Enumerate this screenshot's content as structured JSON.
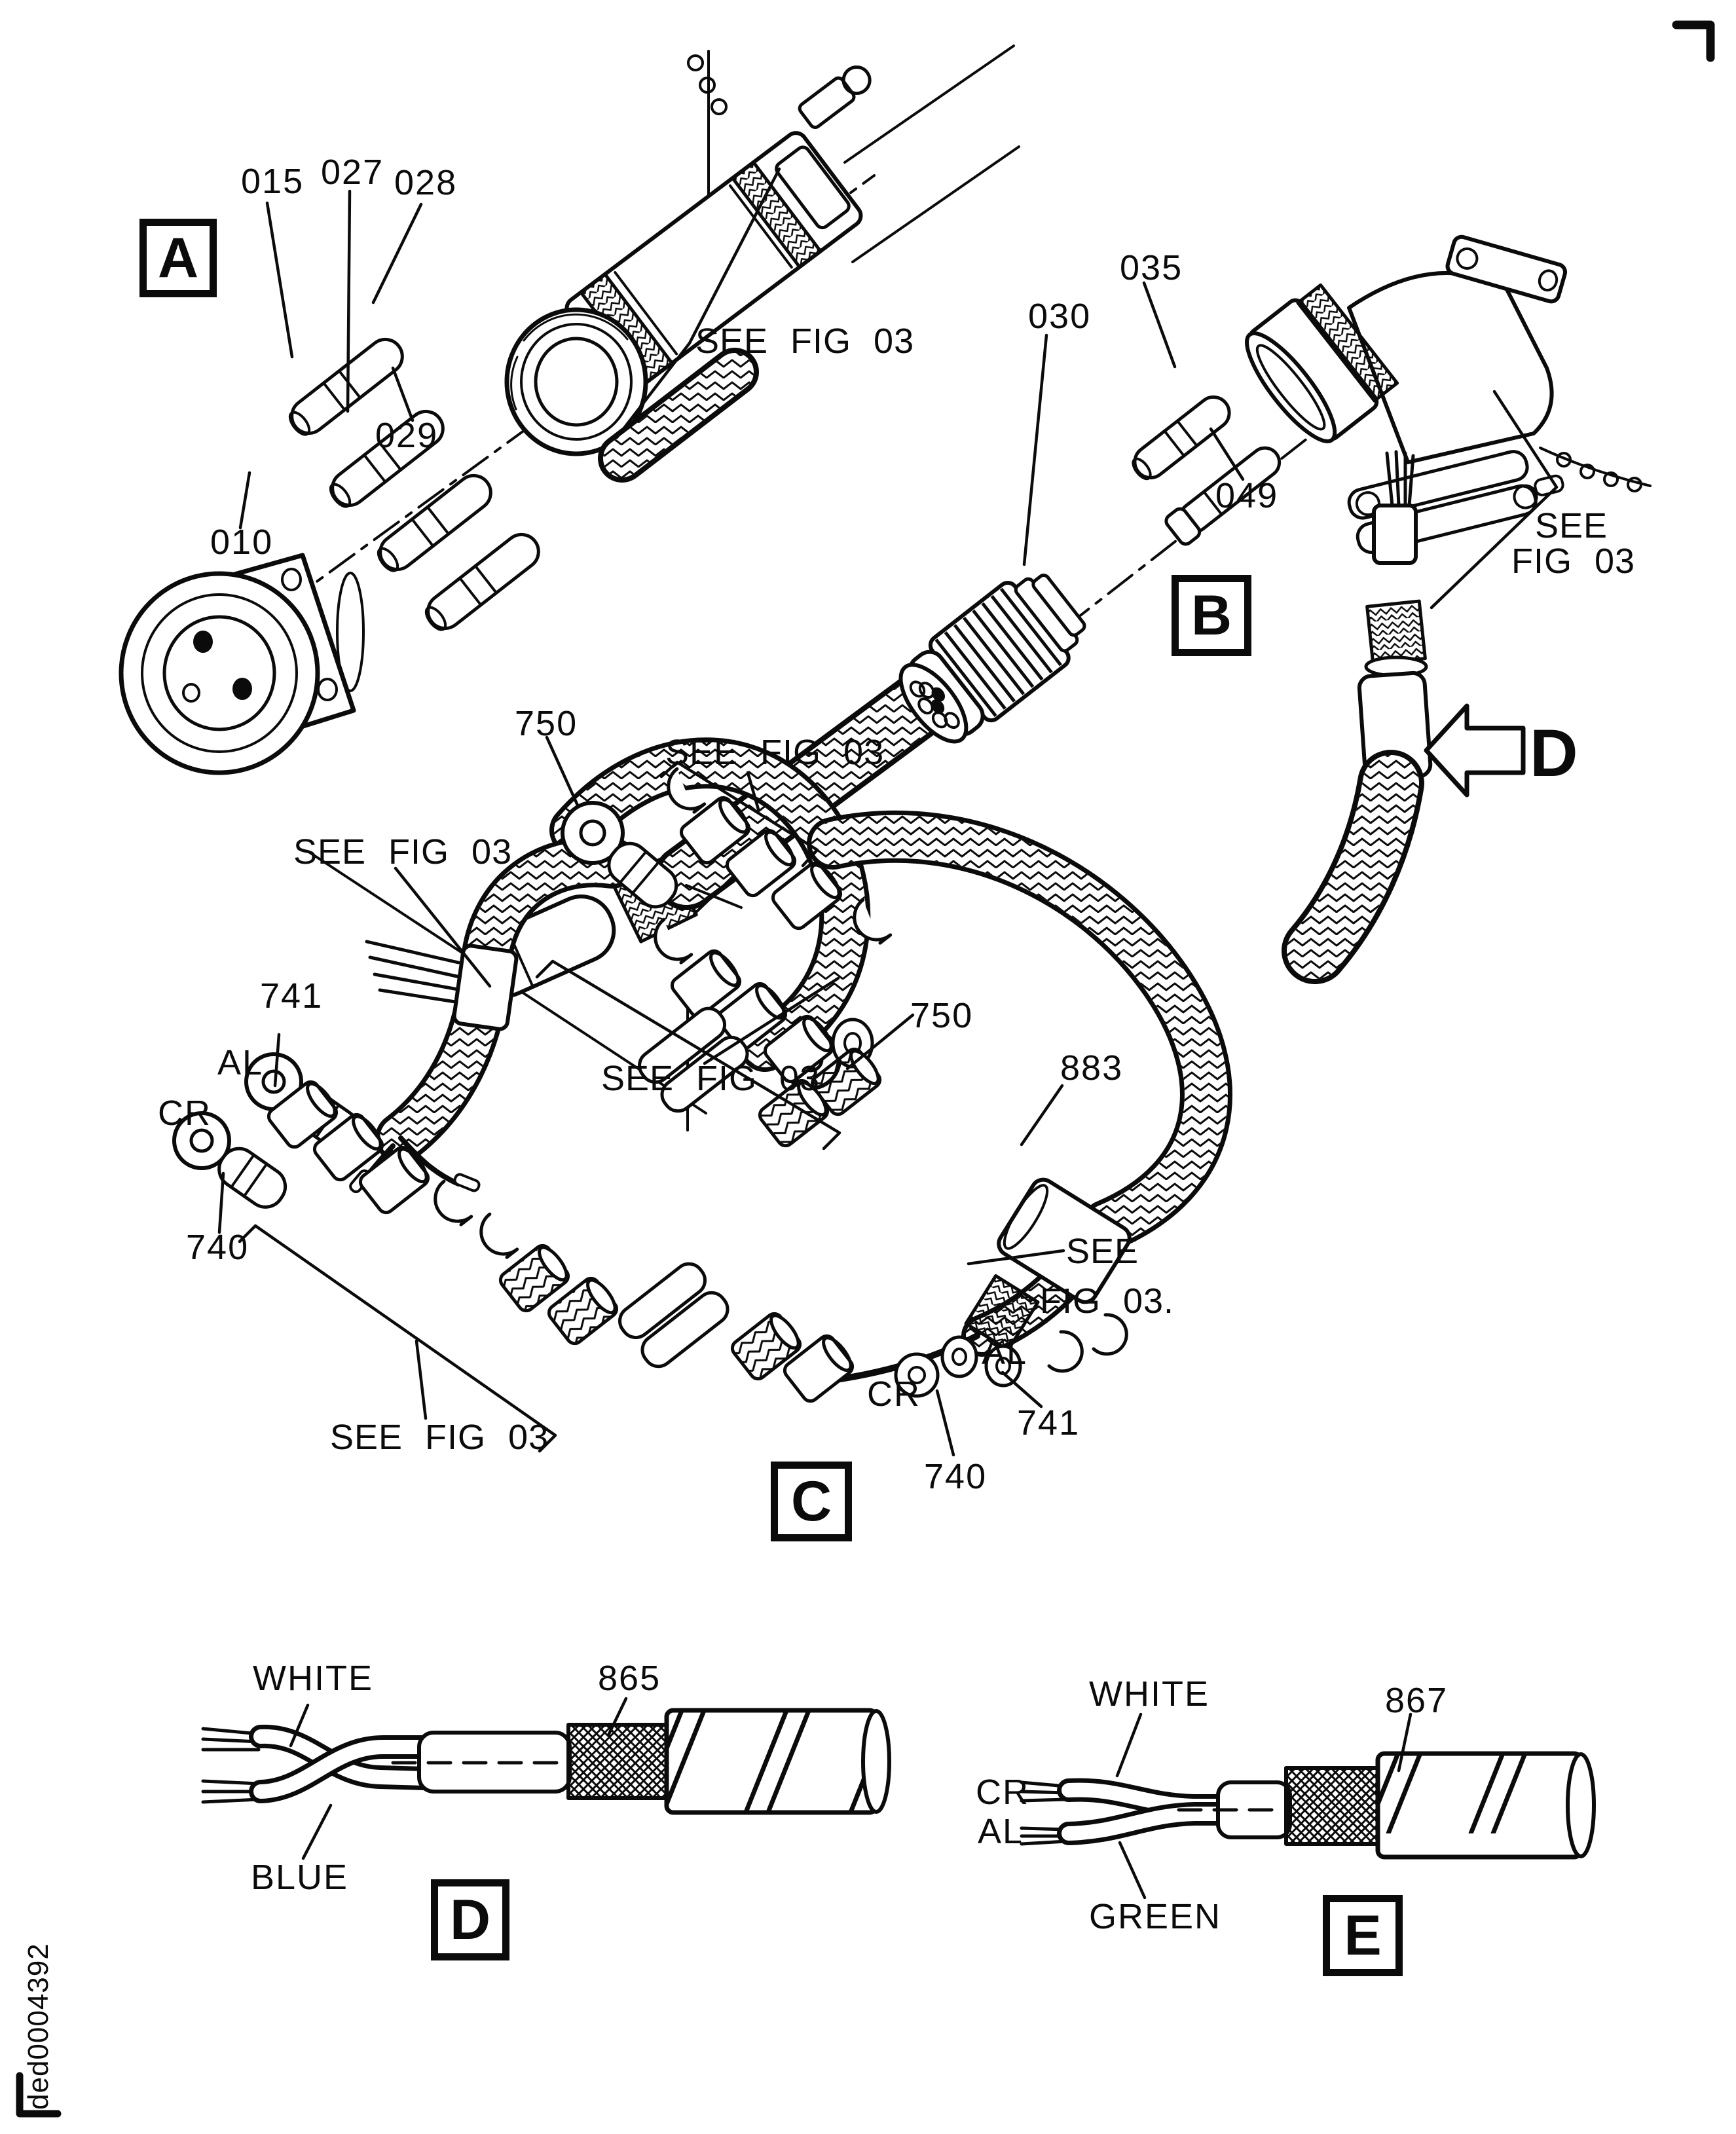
{
  "page": {
    "watermark": "ded0004392"
  },
  "ink": "#0b0b0b",
  "notes": {
    "see_fig_03": "SEE FIG 03",
    "see": "SEE",
    "fig_03": "FIG 03",
    "fig_03_dot": "FIG 03."
  },
  "tags": {
    "al": "AL",
    "cr": "CR"
  },
  "colors": {
    "white": "WHITE",
    "blue": "BLUE",
    "green": "GREEN"
  },
  "sections": {
    "a": {
      "letter": "A",
      "parts": {
        "p015": "015",
        "p027": "027",
        "p028": "028",
        "p029": "029",
        "p010": "010"
      }
    },
    "b": {
      "letter": "B",
      "parts": {
        "p030": "030",
        "p035": "035",
        "p049": "049"
      },
      "arrow_label": "D"
    },
    "c": {
      "letter": "C",
      "parts": {
        "p750": "750",
        "p741": "741",
        "p740": "740",
        "p883": "883"
      }
    },
    "d": {
      "letter": "D",
      "parts": {
        "p865": "865"
      }
    },
    "e": {
      "letter": "E",
      "parts": {
        "p867": "867"
      }
    }
  }
}
